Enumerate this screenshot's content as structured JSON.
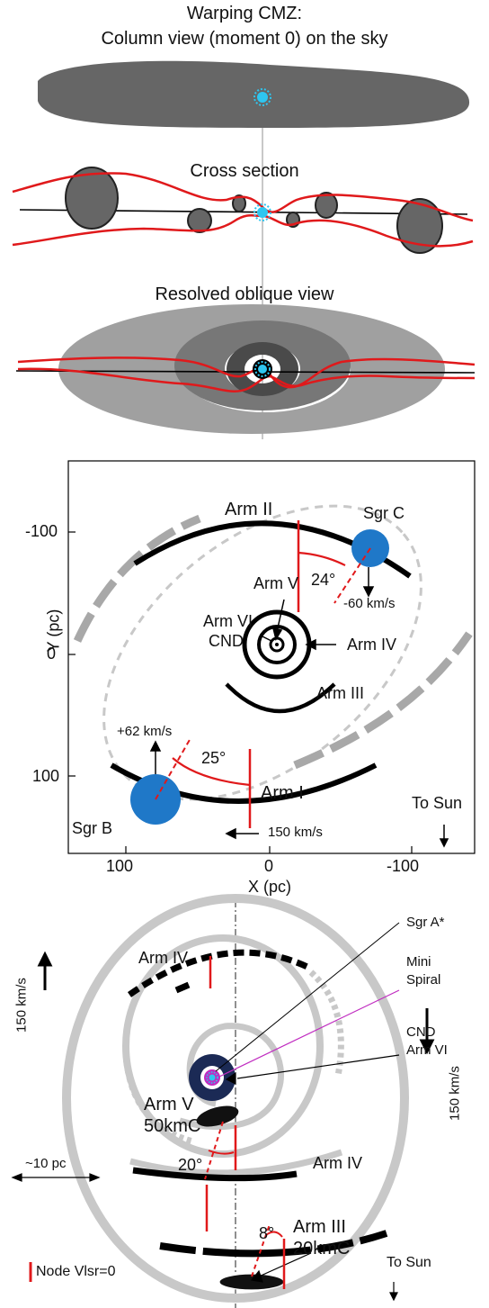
{
  "panel1": {
    "title_line1": "Warping CMZ:",
    "title_line2": "Column view (moment 0) on the sky",
    "cross_section_label": "Cross section",
    "oblique_label": "Resolved oblique view"
  },
  "panel2": {
    "y_axis_label": "Y (pc)",
    "x_axis_label": "X (pc)",
    "y_ticks": [
      "-100",
      "0",
      "100"
    ],
    "x_ticks": [
      "100",
      "0",
      "-100"
    ],
    "labels": {
      "arm_ii": "Arm II",
      "sgr_c": "Sgr C",
      "angle_24": "24°",
      "minus60": "-60 km/s",
      "arm_v": "Arm V",
      "arm_vi": "Arm VI",
      "cnd": "CND",
      "arm_iv": "Arm IV",
      "arm_iii": "Arm III",
      "plus62": "+62 km/s",
      "angle_25": "25°",
      "arm_i": "Arm I",
      "sgr_b": "Sgr B",
      "v150": "150 km/s",
      "to_sun": "To Sun"
    }
  },
  "panel3": {
    "labels": {
      "sgr_a": "Sgr A*",
      "mini_spiral_1": "Mini",
      "mini_spiral_2": "Spiral",
      "cnd": "CND",
      "arm_vi": "Arm VI",
      "arm_iv_top": "Arm IV",
      "arm_v": "Arm V",
      "fifty_kmc": "50kmC",
      "angle_20": "20°",
      "arm_iv_right": "Arm IV",
      "ten_pc": "~10 pc",
      "v150_left": "150 km/s",
      "v150_right": "150 km/s",
      "angle_8": "8°",
      "arm_iii": "Arm III",
      "twenty_kmc": "20kmC",
      "to_sun": "To Sun",
      "node_legend": "Node Vlsr=0"
    }
  },
  "colors": {
    "red": "#e0191b",
    "dark_gray": "#666666",
    "gray": "#a0a0a0",
    "light_gray": "#c8c8c8",
    "blue": "#1f78c8",
    "cyan": "#2ec6f0",
    "navy": "#1b2a55",
    "magenta": "#c02cc0"
  }
}
